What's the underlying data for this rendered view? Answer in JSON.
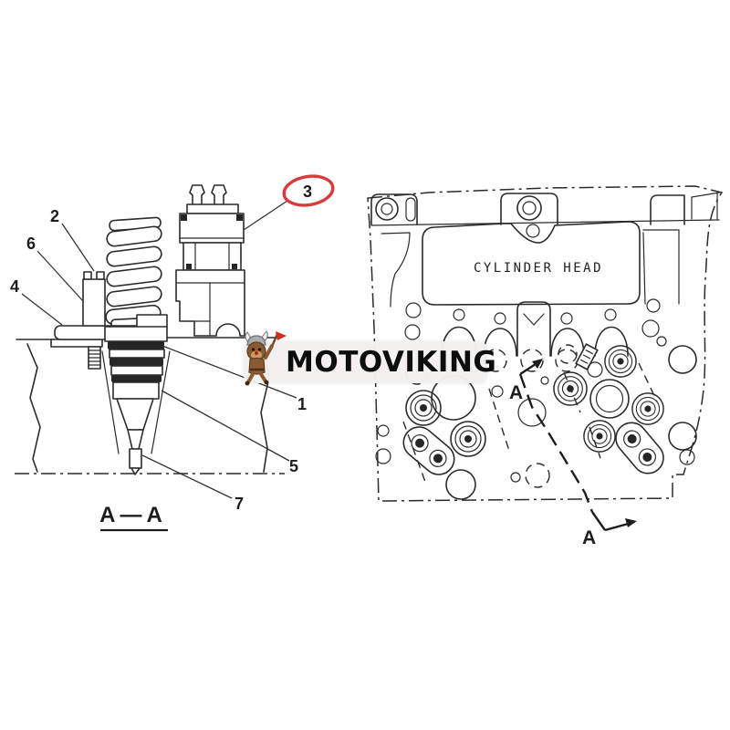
{
  "canvas": {
    "background": "#ffffff",
    "line_color": "#2b2b2b"
  },
  "watermark": {
    "brand": "MOTOVIKING",
    "bar_color": "#f2f1ee",
    "text_color": "#0d0d0d",
    "mascot": "viking-mascot-icon",
    "mascot_colors": {
      "body": "#8a5a33",
      "helmet": "#a9adb2",
      "flag": "#d42b20"
    }
  },
  "left_diagram": {
    "name": "fuel-injector-cross-section",
    "title_label": "A—A",
    "callout_numbers": [
      "1",
      "2",
      "3",
      "4",
      "5",
      "6",
      "7"
    ],
    "highlight": {
      "shape": "ellipse",
      "color": "#d93a3a",
      "around_callout": "3"
    }
  },
  "right_diagram": {
    "name": "cylinder-head-top-view",
    "caption": "CYLINDER HEAD",
    "section_letter_top": "A",
    "section_letter_bottom": "A"
  }
}
